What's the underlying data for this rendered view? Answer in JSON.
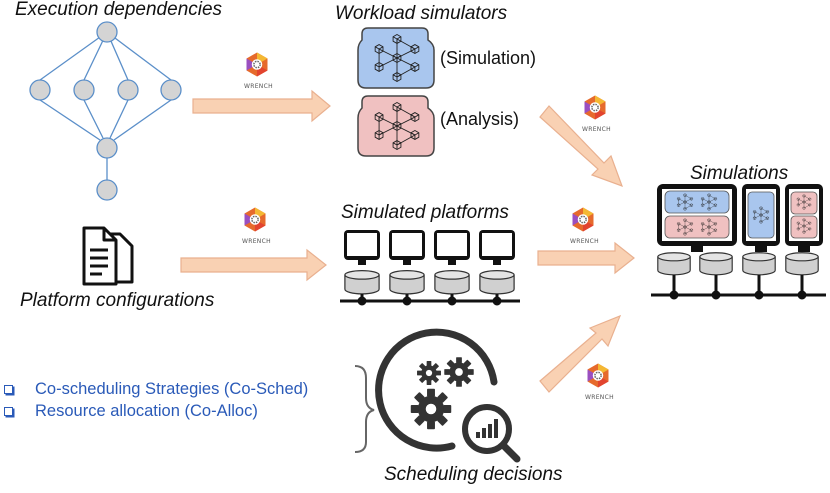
{
  "labels": {
    "execution_dependencies": "Execution dependencies",
    "workload_simulators": "Workload simulators",
    "simulation": "(Simulation)",
    "analysis": "(Analysis)",
    "simulated_platforms": "Simulated platforms",
    "platform_configurations": "Platform configurations",
    "simulations": "Simulations",
    "scheduling_decisions": "Scheduling decisions"
  },
  "wrench_label": "WRENCH",
  "strategies": [
    "Co-scheduling Strategies (Co-Sched)",
    "Resource allocation (Co-Alloc)"
  ],
  "colors": {
    "arrow_fill": "#f9d1b3",
    "arrow_stroke": "#e9b08f",
    "dag_node": "#d4d4d4",
    "dag_edge": "#5b8fc9",
    "simulation_panel": "#a9c6ee",
    "analysis_panel": "#f0c1c1",
    "list_text": "#2a5ab8"
  },
  "icons": {
    "dag": "workflow-dag-icon",
    "documents": "document-stack-icon",
    "gears": "gears-magnifier-icon",
    "wrench_logo": "wrench-logo-icon",
    "monitor": "monitor-icon",
    "disk": "storage-disk-icon"
  }
}
